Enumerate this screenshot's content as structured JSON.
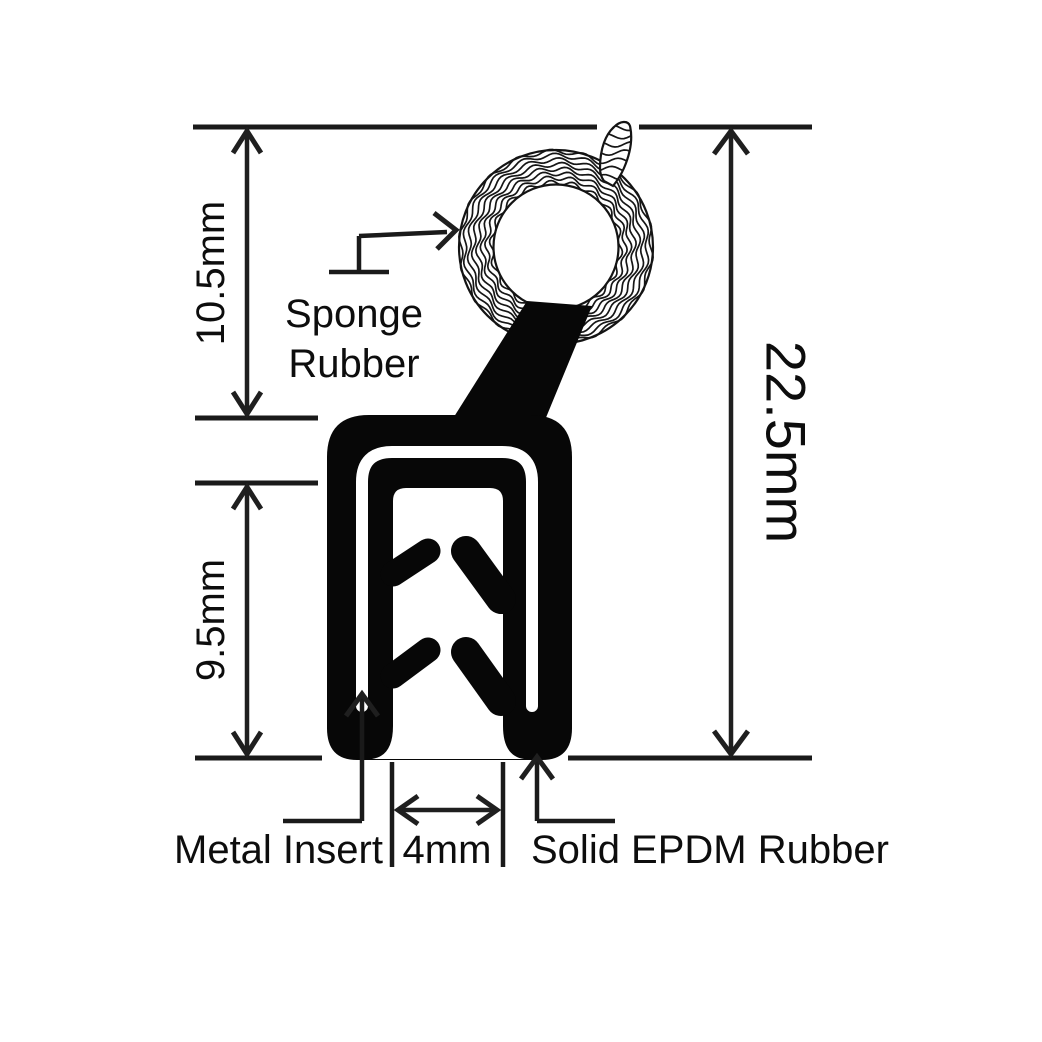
{
  "drawing": {
    "kind": "seal-profile-technical-drawing",
    "background": "#ffffff",
    "ink_color": "#111111"
  },
  "dimensions": {
    "sponge_height": "10.5mm",
    "grip_height": "9.5mm",
    "total_height": "22.5mm",
    "gap_width": "4mm"
  },
  "labels": {
    "sponge_line1": "Sponge",
    "sponge_line2": "Rubber",
    "metal_insert": "Metal Insert",
    "solid_rubber": "Solid EPDM Rubber"
  }
}
